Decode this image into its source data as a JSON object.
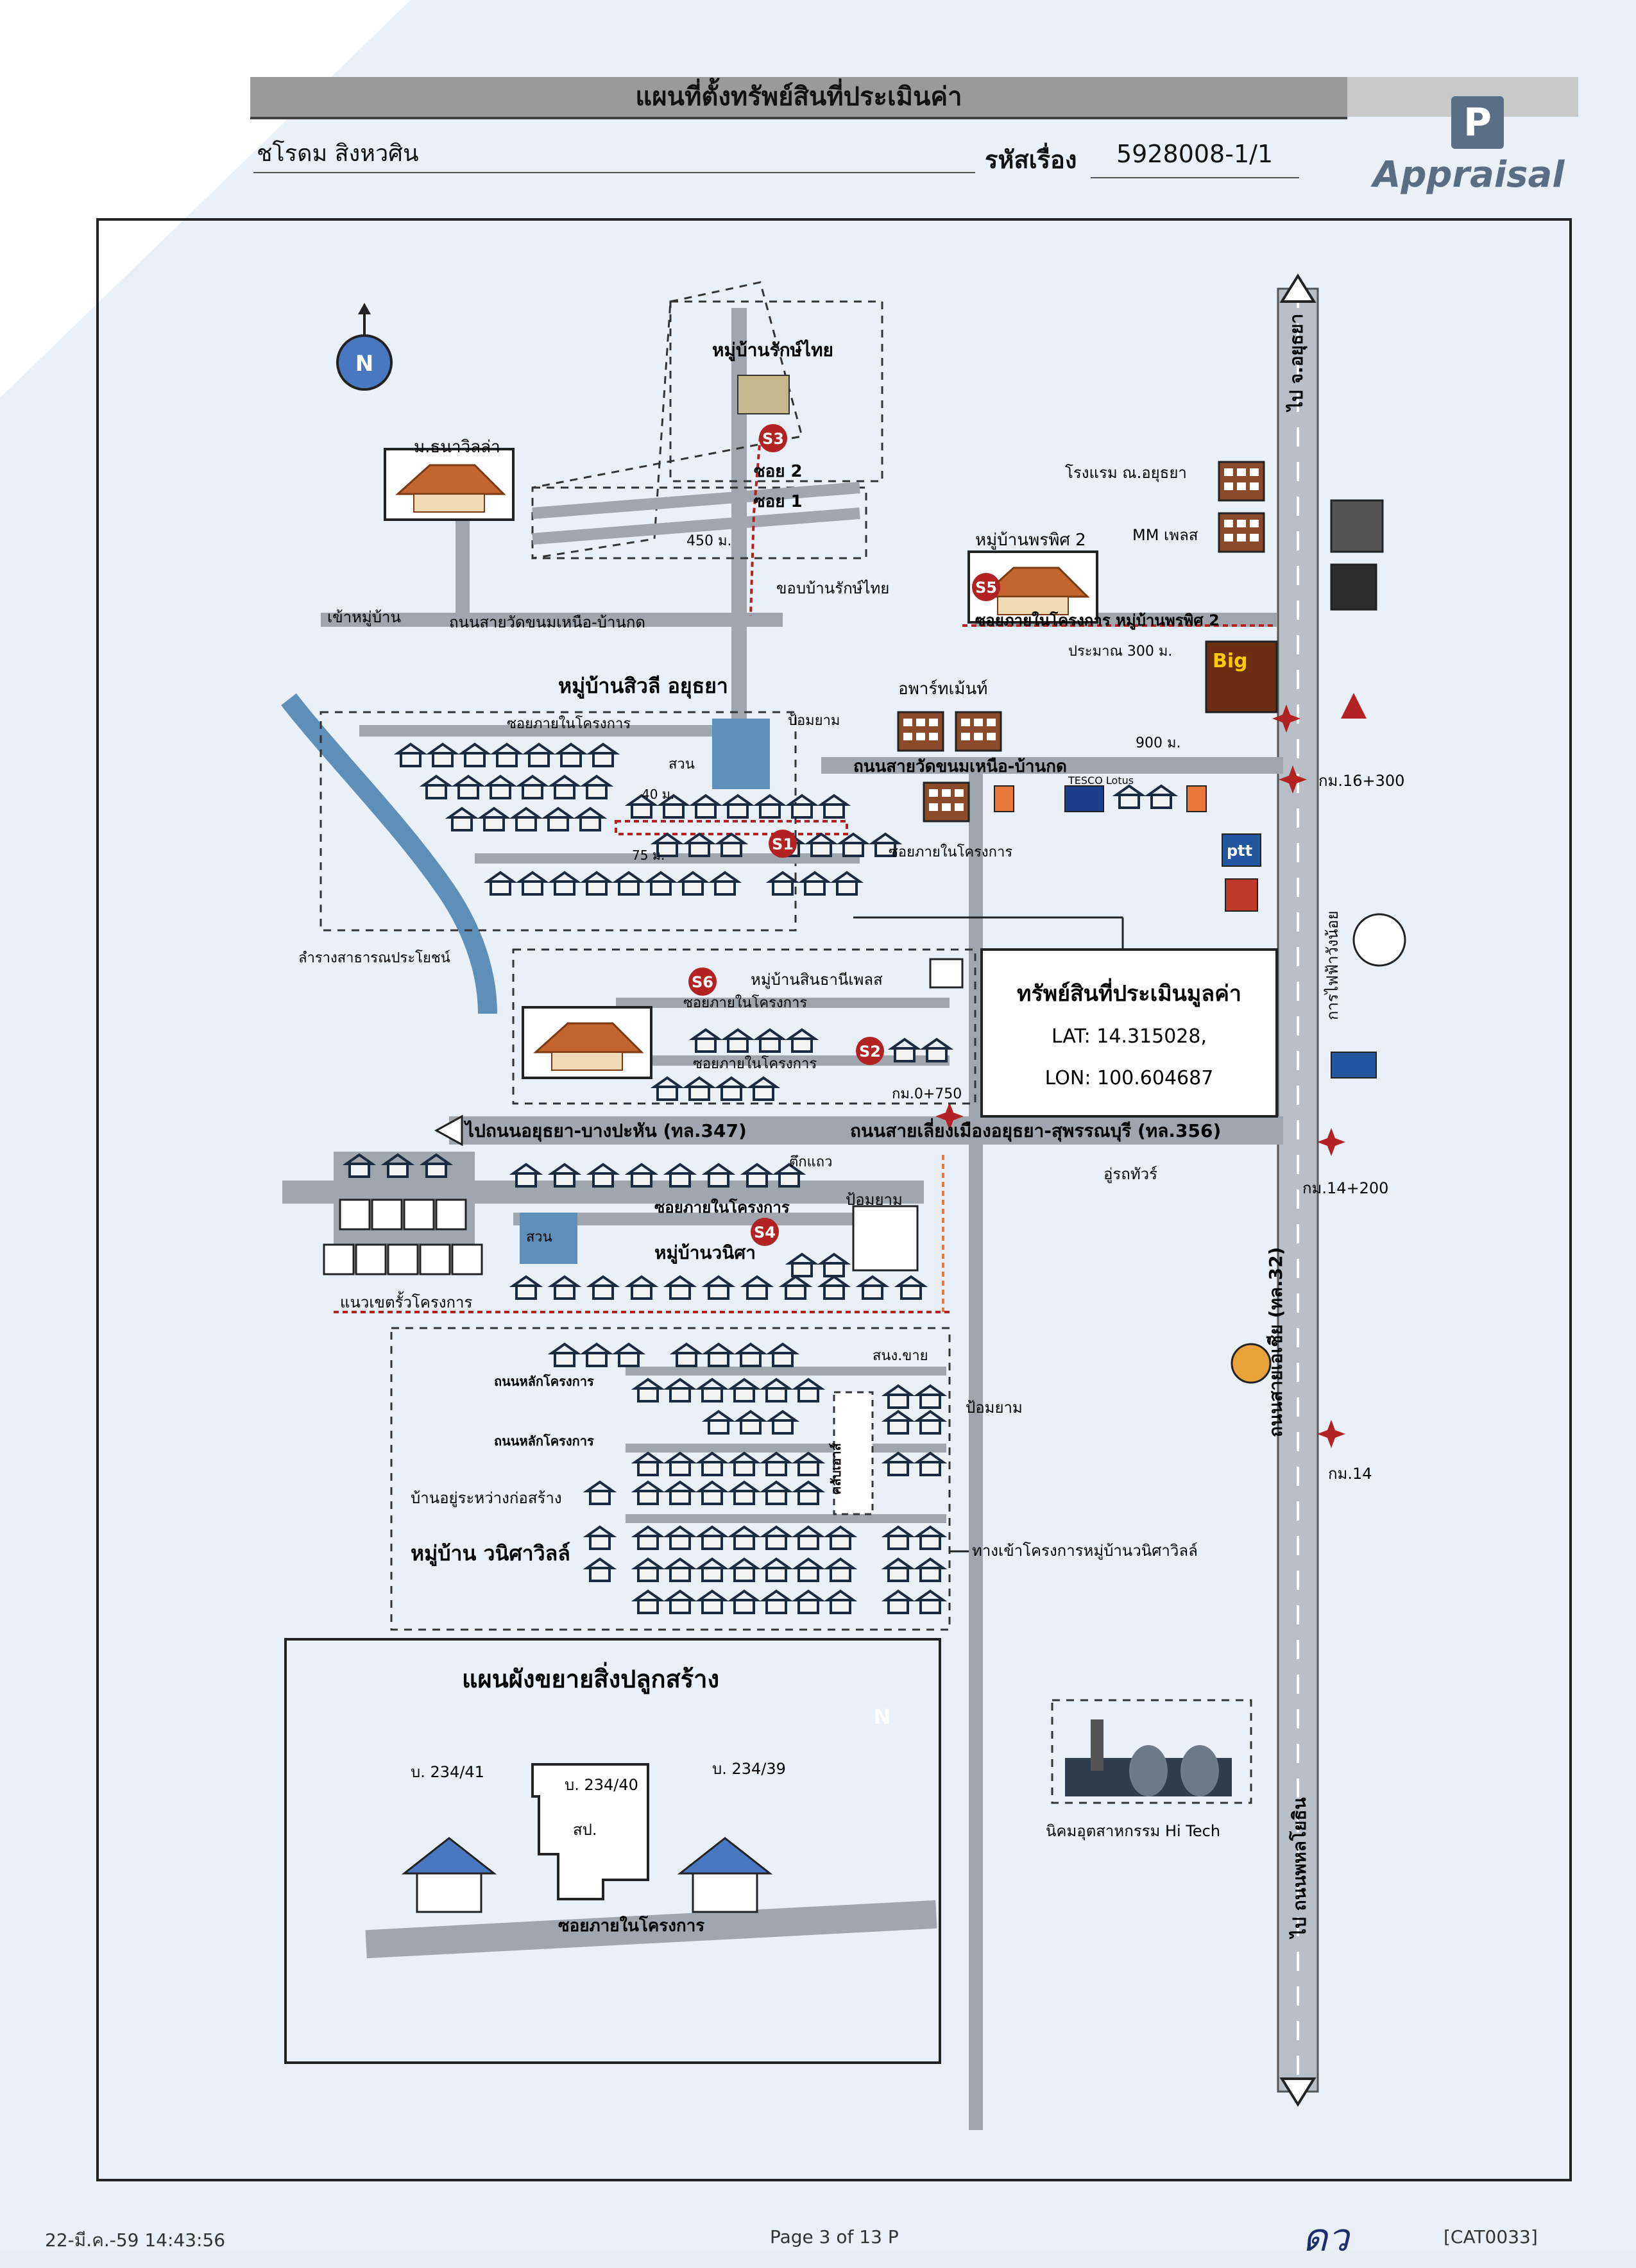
{
  "header": {
    "title": "แผนที่ตั้งทรัพย์สินที่ประเมินค่า",
    "owner_name": "ชโรดม สิงหวศิน",
    "case_label": "รหัสเรื่อง",
    "case_number": "5928008-1/1",
    "logo_text": "Appraisal"
  },
  "map": {
    "labels": {
      "rakthai": "หมู่บ้านรักษ์ไทย",
      "soi2": "ซอย 2",
      "soi1": "ซอย 1",
      "d450": "450 ม.",
      "rakthai_border": "ขอบบ้านรักษ์ไทย",
      "thanavilla": "ม.ธนาวิลล่า",
      "to_village": "เข้าหมู่บ้าน",
      "road_wat": "ถนนสายวัดขนมเหนือ-บ้านกด",
      "hotel": "โรงแรม ณ.อยุธยา",
      "mm_place": "MM เพลส",
      "phrapit2": "หมู่บ้านพรพิศ 2",
      "phrapit2_soi": "ซอยภายในโครงการ หมู่บ้านพรพิศ 2",
      "about300": "ประมาณ 300 ม.",
      "big": "Big",
      "siwali": "หมู่บ้านสิวลี อยุธยา",
      "apartment": "อพาร์ทเม้นท์",
      "guard1": "ป้อมยาม",
      "garden": "สวน",
      "soi_in1": "ซอยภายในโครงการ",
      "road_wat2": "ถนนสายวัดขนมเหนือ-บ้านกด",
      "d900": "900 ม.",
      "km16": "กม.16+300",
      "tesco": "TESCO Lotus",
      "d40": "40 ม.",
      "d75": "75 ม.",
      "soi_in2": "ซอยภายในโครงการ",
      "canal": "ลำรางสาธารณประโยชน์",
      "egat": "การไฟฟ้าวังน้อย",
      "sinthanee": "หมู่บ้านสินธานีเพลส",
      "soi_in3": "ซอยภายในโครงการ",
      "soi_in4": "ซอยภายในโครงการ",
      "km0": "กม.0+750",
      "to_bangpahan": "ไปถนนอยุธยา-บางปะหัน (ทล.347)",
      "road_bypass": "ถนนสายเลี่ยงเมืองอยุธยา-สุพรรณบุรี (ทล.356)",
      "tuktaew": "ตึกแถว",
      "guard2": "ป้อมยาม",
      "garage": "อู่รถทัวร์",
      "km14200": "กม.14+200",
      "soi_in5": "ซอยภายในโครงการ",
      "garden2": "สวน",
      "wanisa": "หมู่บ้านวนิศา",
      "fence": "แนวเขตรั้วโครงการ",
      "salesoffice": "สนง.ขาย",
      "guard3": "ป้อมยาม",
      "mainroad1": "ถนนหลักโครงการ",
      "mainroad2": "ถนนหลักโครงการ",
      "under_construction": "บ้านอยู่ระหว่างก่อสร้าง",
      "clubhouse": "คลับเฮาส์",
      "wanisaville": "หมู่บ้าน วนิศาวิลล์",
      "entrance": "ทางเข้าโครงการหมู่บ้านวนิศาวิลล์",
      "km14": "กม.14",
      "road_asia": "ถนนสายเอเชีย (ทล.32)",
      "to_ayutthaya": "ไป จ.อยุธยา",
      "to_phaholyothin": "ไป ถนนพหลโยธิน",
      "hitech": "นิคมอุตสาหกรรม Hi Tech",
      "ptt": "ptt",
      "plan_title": "แผนผังขยายสิ่งปลูกสร้าง",
      "house41": "บ. 234/41",
      "house40": "บ. 234/40",
      "house39": "บ. 234/39",
      "sp": "สป.",
      "plan_soi": "ซอยภายในโครงการ",
      "s1": "S1",
      "s2": "S2",
      "s3": "S3",
      "s4": "S4",
      "s5": "S5",
      "s6": "S6",
      "north": "N",
      "north2": "N"
    },
    "property_box": {
      "title": "ทรัพย์สินที่ประเมินมูลค่า",
      "lat": "LAT: 14.315028,",
      "lon": "LON: 100.604687"
    }
  },
  "footer": {
    "date": "22-มี.ค.-59 14:43:56",
    "page": "Page 3 of 13 P",
    "signature": "ดว",
    "code": "[CAT0033]"
  },
  "colors": {
    "road": "#9fa6ad",
    "highway": "#b9bfc7",
    "water": "#5e8fb8",
    "roof": "#c2652e",
    "marker": "#b22222",
    "blue_roof": "#4a78c0"
  }
}
